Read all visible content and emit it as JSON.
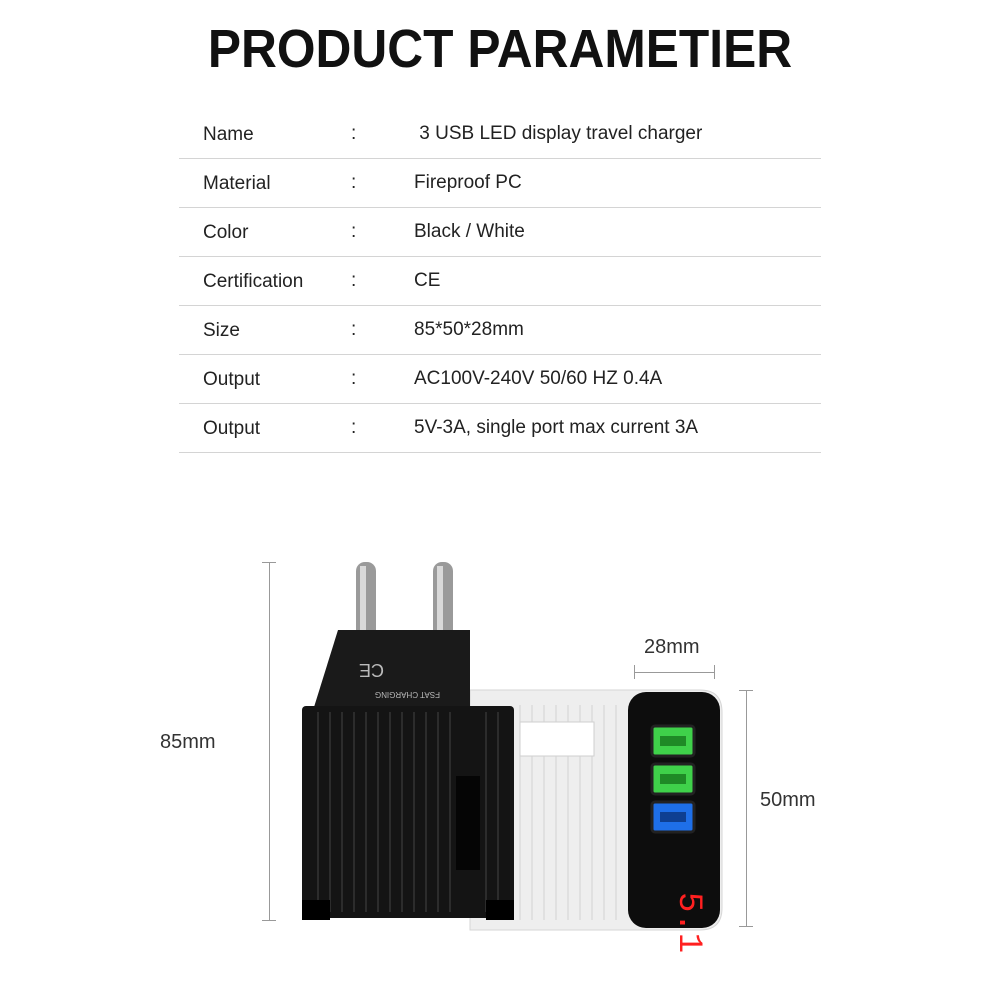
{
  "title": "PRODUCT PARAMETIER",
  "separator": ":",
  "specs": [
    {
      "label": "Name",
      "value": " 3 USB LED display travel charger"
    },
    {
      "label": "Material",
      "value": "Fireproof PC"
    },
    {
      "label": "Color",
      "value": "Black / White"
    },
    {
      "label": "Certification",
      "value": "CE"
    },
    {
      "label": "Size",
      "value": "85*50*28mm"
    },
    {
      "label": "Output",
      "value": "AC100V-240V 50/60 HZ 0.4A"
    },
    {
      "label": "Output",
      "value": "5V-3A, single port max current 3A"
    }
  ],
  "dimensions": {
    "height": "85mm",
    "width": "50mm",
    "depth": "28mm"
  },
  "charger": {
    "fast_label": "FSAT CHARGING",
    "ce_mark": "CE",
    "led_reading": "5.1",
    "colors": {
      "black_body": "#111111",
      "white_body": "#f2f2f2",
      "port_green": "#3fd14a",
      "port_blue": "#1e6fe8",
      "led_red": "#ff2020"
    }
  }
}
